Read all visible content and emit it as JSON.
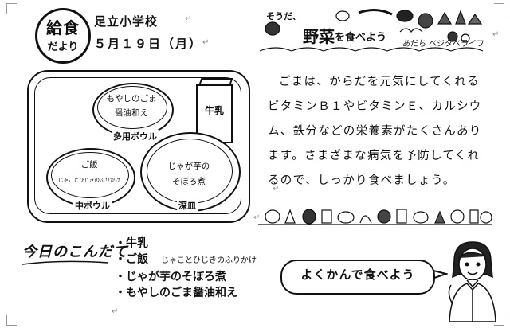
{
  "header": {
    "logo_line1": "給食",
    "logo_line2": "だより",
    "school": "足立小学校",
    "date": "５月１９日（月）"
  },
  "tray": {
    "milk": "牛乳",
    "bowl_top": {
      "line1": "もやしのごま",
      "line2": "醤油和え",
      "label": "多用ボウル"
    },
    "bowl_left": {
      "line1": "ご飯",
      "line2": "じゃことひじきのふりかけ",
      "label": "中ボウル"
    },
    "bowl_right": {
      "line1": "じゃが芋の",
      "line2": "そぼろ煮",
      "label": "深皿"
    }
  },
  "menu": {
    "heading": "今日のこんだて",
    "items": [
      "・牛乳",
      "・ご飯",
      "・じゃが芋のそぼろ煮",
      "・もやしのごま醤油和え"
    ],
    "rice_topping": "じゃことひじきのふりかけ"
  },
  "veg": {
    "prefix": "そうだ、",
    "title": "野菜",
    "suffix": "を食べよう",
    "sub": "あだち ベジタベライフ"
  },
  "body": {
    "text": "ごまは、からだを元気にしてくれるビタミンＢ１やビタミンＥ、カルシウム、鉄分などの栄養素がたくさんあります。さまざまな病気を予防してくれるので、しっかり食べましょう。"
  },
  "bubble": {
    "text": "よくかんで食べよう"
  }
}
